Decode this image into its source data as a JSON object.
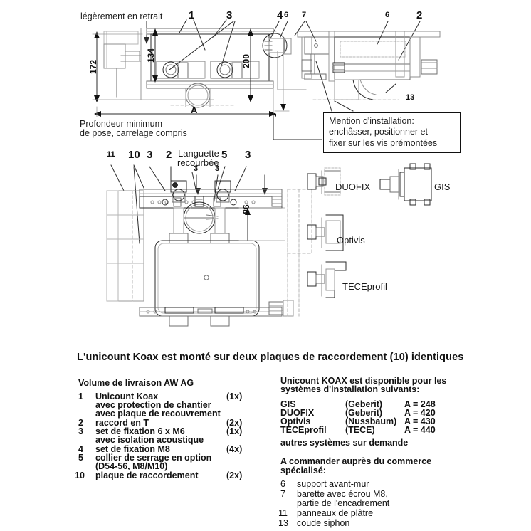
{
  "document": {
    "language": "fr",
    "title": "Unicount Koax - notice d'installation"
  },
  "top_diagram": {
    "note_left": "légèrement en retrait",
    "note_bottom_line1": "Profondeur minimum",
    "note_bottom_line2": "de pose, carrelage compris",
    "dimensions": {
      "height_172": "172",
      "height_134": "134",
      "height_200": "200",
      "width_A": "A"
    },
    "callouts": {
      "c1": "1",
      "c3": "3",
      "c4": "4",
      "c6a": "6",
      "c7": "7",
      "c6b": "6",
      "c2": "2",
      "c13": "13"
    },
    "install_note": {
      "line1": "Mention d'installation:",
      "line2": "enchâsser, positionner et",
      "line3": "fixer sur les vis prémontées"
    }
  },
  "middle_diagram": {
    "callouts": {
      "c11": "11",
      "c10": "10",
      "c3a": "3",
      "c2": "2",
      "c5": "5",
      "c3b": "3",
      "c3small_left": "3",
      "c3small_right": "3"
    },
    "tab_label_line1": "Languette",
    "tab_label_line2": "recourbée",
    "dimension_86": "86",
    "systems": [
      {
        "name": "DUOFIX"
      },
      {
        "name": "GIS"
      },
      {
        "name": "Optivis"
      },
      {
        "name": "TECEprofil"
      }
    ]
  },
  "text_block": {
    "headline": "L'unicount Koax est monté sur deux plaques de raccordement (10) identiques",
    "left_column": {
      "heading": "Volume de livraison  AW AG",
      "items": [
        {
          "num": "1",
          "text": "Unicount Koax",
          "qty": "(1x)",
          "sub": [
            "avec protection de chantier",
            "avec plaque de recouvrement"
          ]
        },
        {
          "num": "2",
          "text": "raccord en T",
          "qty": "(2x)",
          "sub": []
        },
        {
          "num": "3",
          "text": "set de fixation 6 x M6",
          "qty": "(1x)",
          "sub": [
            "avec isolation acoustique"
          ]
        },
        {
          "num": "4",
          "text": "set de fixation M8",
          "qty": "(4x)",
          "sub": []
        },
        {
          "num": "5",
          "text": "collier de serrage en option",
          "qty": "",
          "sub": [
            "(D54-56, M8/M10)"
          ]
        },
        {
          "num": "10",
          "text": "plaque  de raccordement",
          "qty": "(2x)",
          "sub": []
        }
      ]
    },
    "right_column": {
      "heading_line1": "Unicount KOAX est disponible pour les",
      "heading_line2": "systèmes d'installation suivants:",
      "systems": [
        {
          "name": "GIS",
          "brand": "(Geberit)",
          "a": "A = 248"
        },
        {
          "name": "DUOFIX",
          "brand": "(Geberit)",
          "a": "A = 420"
        },
        {
          "name": "Optivis",
          "brand": "(Nussbaum)",
          "a": "A = 430"
        },
        {
          "name": "TECEprofil",
          "brand": "(TECE)",
          "a": "A = 440"
        }
      ],
      "note_other": "autres systèmes sur demande",
      "order_heading_line1": "A commander auprès du commerce",
      "order_heading_line2": "spécialisé:",
      "order_items": [
        {
          "num": "6",
          "text": "support avant-mur",
          "sub": []
        },
        {
          "num": "7",
          "text": "barette avec écrou M8,",
          "sub": [
            "partie de l'encadrement"
          ]
        },
        {
          "num": "11",
          "text": "panneaux de plâtre",
          "sub": []
        },
        {
          "num": "13",
          "text": "coude siphon",
          "sub": []
        }
      ]
    }
  },
  "colors": {
    "ink": "#111111",
    "line": "#2b2b2b",
    "light_line": "#9a9a9a",
    "hidden_line": "#b5b5b5",
    "background": "#ffffff"
  }
}
